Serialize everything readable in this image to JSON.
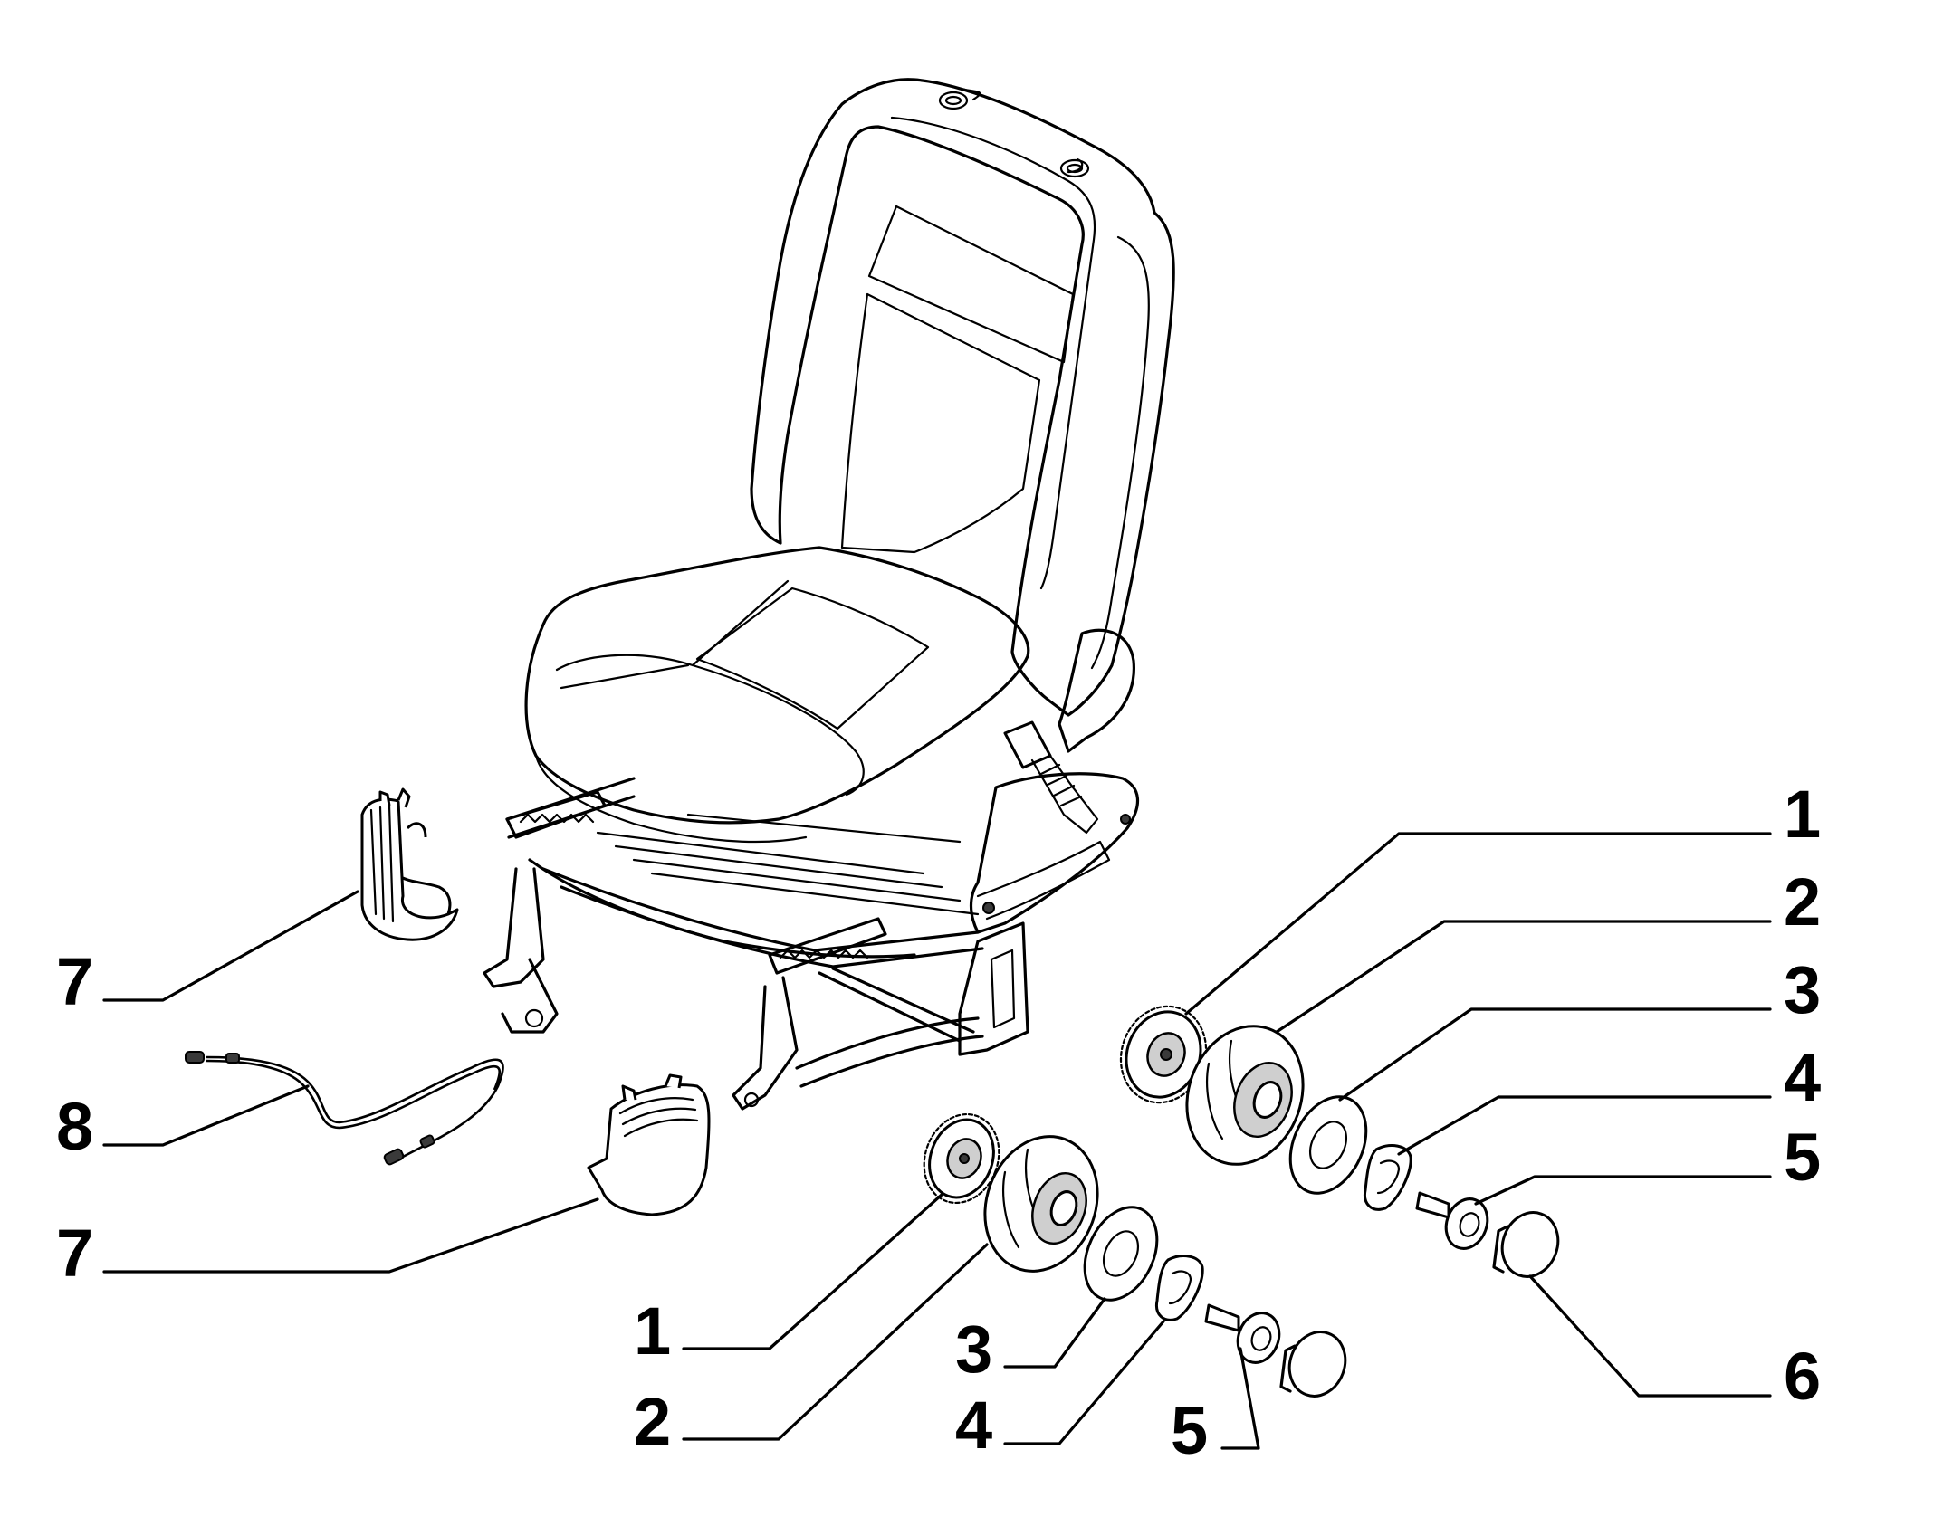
{
  "callouts": [
    {
      "id": "c1a",
      "label": "1"
    },
    {
      "id": "c2a",
      "label": "2"
    },
    {
      "id": "c3a",
      "label": "3"
    },
    {
      "id": "c4a",
      "label": "4"
    },
    {
      "id": "c5a",
      "label": "5"
    },
    {
      "id": "c6",
      "label": "6"
    },
    {
      "id": "c7a",
      "label": "7"
    },
    {
      "id": "c8",
      "label": "8"
    },
    {
      "id": "c7b",
      "label": "7"
    },
    {
      "id": "c1b",
      "label": "1"
    },
    {
      "id": "c2b",
      "label": "2"
    },
    {
      "id": "c3b",
      "label": "3"
    },
    {
      "id": "c4b",
      "label": "4"
    },
    {
      "id": "c5b",
      "label": "5"
    }
  ],
  "colors": {
    "line": "#000000",
    "background": "#ffffff",
    "shade": "#cfcfcf"
  }
}
